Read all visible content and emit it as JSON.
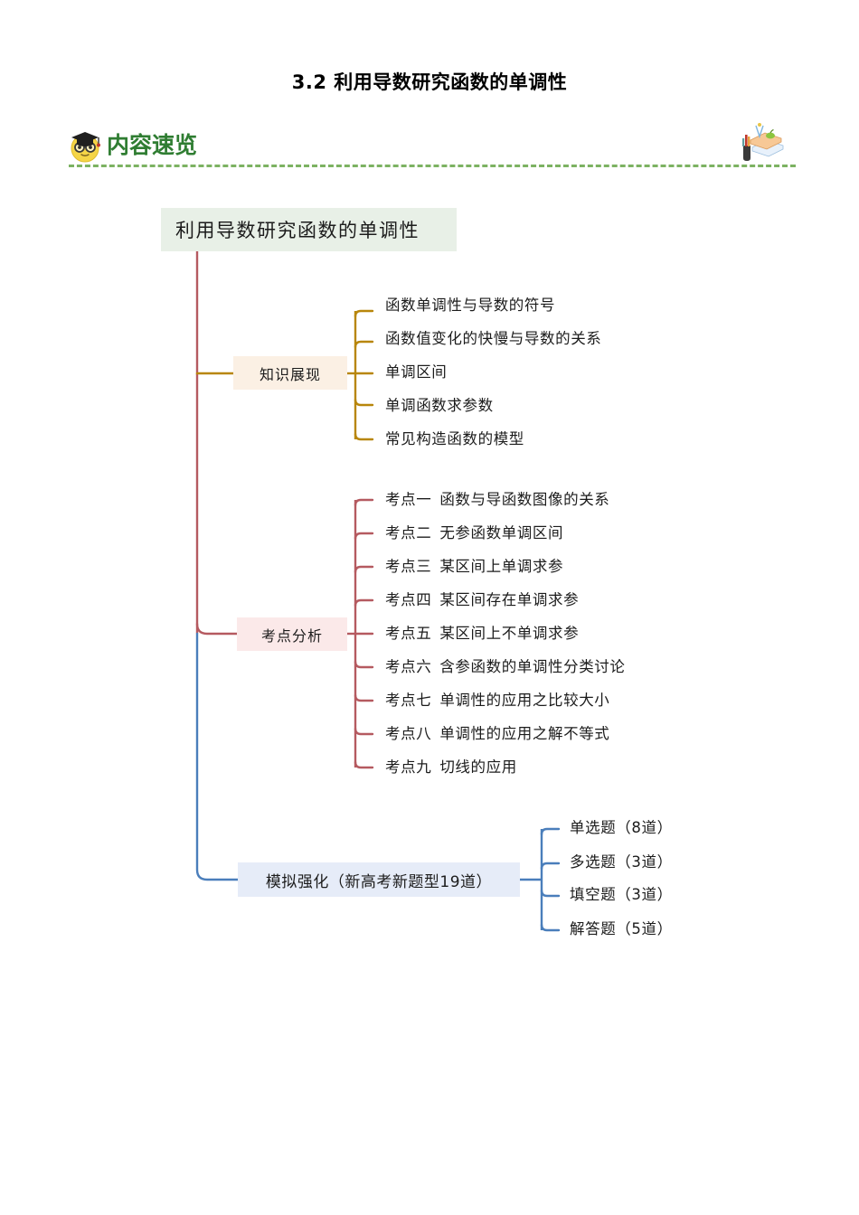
{
  "document": {
    "title": "3.2 利用导数研究函数的单调性"
  },
  "section_header": {
    "label": "内容速览",
    "left_icon": "graduate-emoji-icon",
    "right_icon": "books-stack-icon",
    "accent_color": "#2f7d32",
    "divider_color": "#7cb262"
  },
  "mindmap": {
    "root": {
      "label": "利用导数研究函数的单调性",
      "bg_color": "#e8f0e7"
    },
    "branches": [
      {
        "id": "knowledge",
        "label": "知识展现",
        "bg_color": "#fbf0e4",
        "line_color": "#b8860b",
        "items": [
          {
            "text": "函数单调性与导数的符号"
          },
          {
            "text": "函数值变化的快慢与导数的关系"
          },
          {
            "text": "单调区间"
          },
          {
            "text": "单调函数求参数"
          },
          {
            "text": "常见构造函数的模型"
          }
        ]
      },
      {
        "id": "exam-points",
        "label": "考点分析",
        "bg_color": "#fbe9e9",
        "line_color": "#b55a60",
        "items": [
          {
            "index": "考点一",
            "text": "函数与导函数图像的关系"
          },
          {
            "index": "考点二",
            "text": "无参函数单调区间"
          },
          {
            "index": "考点三",
            "text": "某区间上单调求参"
          },
          {
            "index": "考点四",
            "text": "某区间存在单调求参"
          },
          {
            "index": "考点五",
            "text": "某区间上不单调求参"
          },
          {
            "index": "考点六",
            "text": "含参函数的单调性分类讨论"
          },
          {
            "index": "考点七",
            "text": "单调性的应用之比较大小"
          },
          {
            "index": "考点八",
            "text": "单调性的应用之解不等式"
          },
          {
            "index": "考点九",
            "text": "切线的应用"
          }
        ]
      },
      {
        "id": "practice",
        "label": "模拟强化（新高考新题型19道）",
        "bg_color": "#e6ecf8",
        "line_color": "#4a7ebb",
        "items": [
          {
            "text": "单选题（8道）"
          },
          {
            "text": "多选题（3道）"
          },
          {
            "text": "填空题（3道）"
          },
          {
            "text": "解答题（5道）"
          }
        ]
      }
    ],
    "trunk_colors": {
      "upper": "#b55a60",
      "lower": "#4a7ebb"
    }
  }
}
